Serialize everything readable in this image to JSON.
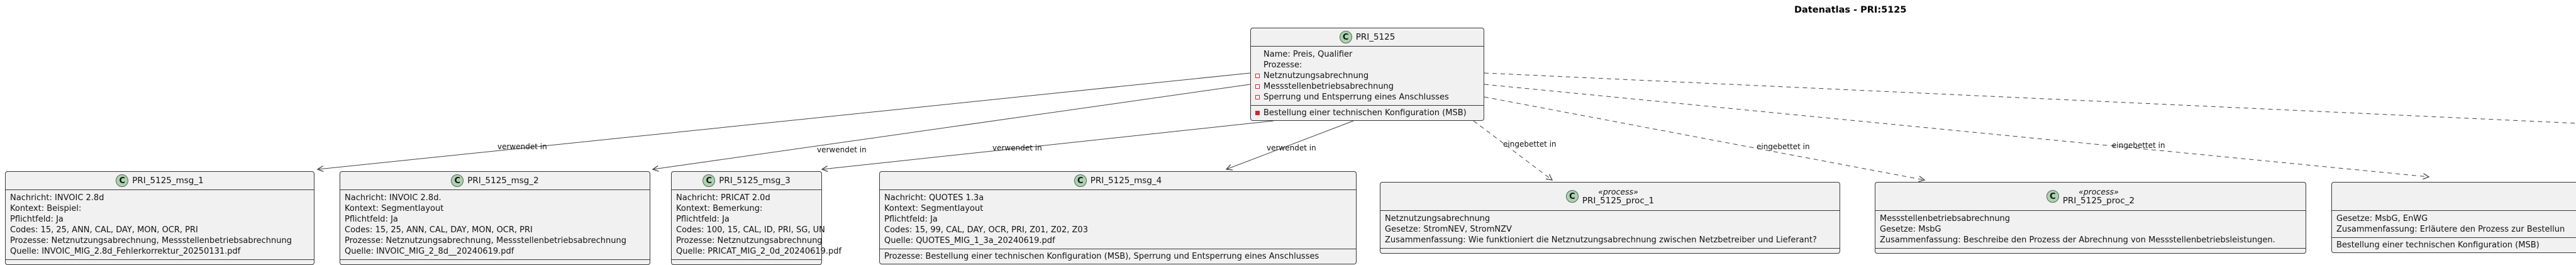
{
  "title": "Datenatlas - PRI:5125",
  "main_class": {
    "icon_letter": "C",
    "name": "PRI_5125",
    "attributes": [
      "Name: Preis, Qualifier",
      "Prozesse:"
    ],
    "process_items": [
      "Netznutzungsabrechnung",
      "Messstellenbetriebsabrechnung",
      "Sperrung und Entsperrung eines Anschlusses"
    ],
    "methods": [
      "Bestellung einer technischen Konfiguration (MSB)"
    ]
  },
  "msg_classes": [
    {
      "icon_letter": "C",
      "name": "PRI_5125_msg_1",
      "lines": [
        "Nachricht: INVOIC 2.8d",
        "Kontext: Beispiel:",
        "Pflichtfeld: Ja",
        "Codes: 15, 25, ANN, CAL, DAY, MON, OCR, PRI",
        "Prozesse: Netznutzungsabrechnung, Messstellenbetriebsabrechnung",
        "Quelle: INVOIC_MIG_2.8d_Fehlerkorrektur_20250131.pdf"
      ]
    },
    {
      "icon_letter": "C",
      "name": "PRI_5125_msg_2",
      "lines": [
        "Nachricht: INVOIC 2.8d.",
        "Kontext: Segmentlayout",
        "Pflichtfeld: Ja",
        "Codes: 15, 25, ANN, CAL, DAY, MON, OCR, PRI",
        "Prozesse: Netznutzungsabrechnung, Messstellenbetriebsabrechnung",
        "Quelle: INVOIC_MIG_2_8d__20240619.pdf"
      ]
    },
    {
      "icon_letter": "C",
      "name": "PRI_5125_msg_3",
      "lines": [
        "Nachricht: PRICAT 2.0d",
        "Kontext: Bemerkung:",
        "Pflichtfeld: Ja",
        "Codes: 100, 15, CAL, ID, PRI, SG, UN",
        "Prozesse: Netznutzungsabrechnung",
        "Quelle: PRICAT_MIG_2_0d_20240619.pdf"
      ]
    },
    {
      "icon_letter": "C",
      "name": "PRI_5125_msg_4",
      "lines": [
        "Nachricht: QUOTES 1.3a",
        "Kontext: Segmentlayout",
        "Pflichtfeld: Ja",
        "Codes: 15, 99, CAL, DAY, OCR, PRI, Z01, Z02, Z03",
        "Quelle: QUOTES_MIG_1_3a_20240619.pdf"
      ],
      "methods": [
        "Prozesse: Bestellung einer technischen Konfiguration (MSB), Sperrung und Entsperrung eines Anschlusses"
      ]
    }
  ],
  "proc_classes": [
    {
      "icon_letter": "C",
      "stereotype": "«process»",
      "name": "PRI_5125_proc_1",
      "lines": [
        "Netznutzungsabrechnung",
        "Gesetze: StromNEV, StromNZV",
        "Zusammenfassung: Wie funktioniert die Netznutzungsabrechnung zwischen Netzbetreiber und Lieferant?"
      ]
    },
    {
      "icon_letter": "C",
      "stereotype": "«process»",
      "name": "PRI_5125_proc_2",
      "lines": [
        "Messstellenbetriebsabrechnung",
        "Gesetze: MsbG",
        "Zusammenfassung: Beschreibe den Prozess der Abrechnung von Messstellenbetriebsleistungen."
      ]
    },
    {
      "icon_letter": "",
      "stereotype": "",
      "name": "",
      "lines": [
        "Gesetze: MsbG, EnWG",
        "Zusammenfassung: Erläutere den Prozess zur Bestellun"
      ],
      "methods": [
        "Bestellung einer technischen Konfiguration (MSB)"
      ]
    }
  ],
  "edges": [
    {
      "label": "verwendet in",
      "style": "solid"
    },
    {
      "label": "verwendet in",
      "style": "solid"
    },
    {
      "label": "verwendet in",
      "style": "solid"
    },
    {
      "label": "verwendet in",
      "style": "solid"
    },
    {
      "label": "eingebettet in",
      "style": "dashed"
    },
    {
      "label": "eingebettet in",
      "style": "dashed"
    },
    {
      "label": "eingebettet in",
      "style": "dashed"
    },
    {
      "label": "",
      "style": "dashed"
    }
  ],
  "colors": {
    "box_fill": "#f1f1f1",
    "box_border": "#383838",
    "class_circle": "#add1b2",
    "field_square": "#c82930",
    "edge_line": "#424242"
  }
}
